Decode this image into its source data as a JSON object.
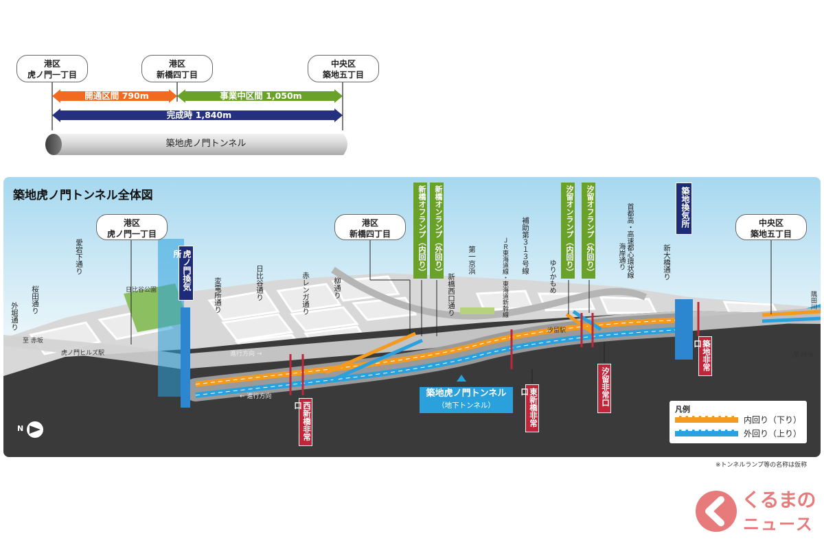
{
  "top": {
    "loc_left": [
      "港区",
      "虎ノ門一丁目"
    ],
    "loc_mid": [
      "港区",
      "新橋四丁目"
    ],
    "loc_right": [
      "中央区",
      "築地五丁目"
    ],
    "opened_label": "開通区間 790m",
    "business_label": "事業中区間 1,050m",
    "complete_label": "完成時 1,840m",
    "tunnel_label": "築地虎ノ門トンネル",
    "colors": {
      "opened": "#f26a20",
      "business": "#6aa128",
      "complete": "#25317f"
    }
  },
  "overview": {
    "title": "築地虎ノ門トンネル全体図",
    "loc_left": [
      "港区",
      "虎ノ門一丁目"
    ],
    "loc_mid": [
      "港区",
      "新橋四丁目"
    ],
    "loc_right": [
      "中央区",
      "築地五丁目"
    ],
    "streets": {
      "sakurada": "桜田通り",
      "atago": "愛宕下通り",
      "sotobori": "外堀通り",
      "hibiya_park": "日比谷公園",
      "hendensho": "変電所通り",
      "hibiya": "日比谷通り",
      "akarenga": "赤レンガ通り",
      "yanagi": "柳通り",
      "shinbashi_nishi": "新橋西口通り",
      "daiichi_keihin": "第一京浜",
      "jr": "ＪＲ東海道線・東海道新幹線",
      "hojo313": "補助第３１３号線",
      "yurikamome": "ゆりかもめ",
      "shutoko": "首都高・高速都心環状線",
      "kaigan": "海岸通り",
      "shin_ohashi": "新大橋通り",
      "sumida": "隅田川",
      "to_akasaka": "至 赤坂",
      "to_harumi": "至 晴海",
      "toranomon_hills_sta": "虎ノ門ヒルズ駅",
      "shiodome_sta": "汐留駅",
      "dir1": "進行方向",
      "dir2": "進行方向"
    },
    "ramps": {
      "r1": "新橋オフランプ（内回り）",
      "r2": "新橋オンランプ（外回り）",
      "r3": "汐留オンランプ（内回り）",
      "r4": "汐留オフランプ（外回り）"
    },
    "vents": {
      "toranomon": "虎ノ門換気所",
      "tsukiji": "築地換気所"
    },
    "exits": {
      "nishi_shinbashi": "西新橋非常口",
      "higashi_shinbashi": "東新橋非常口",
      "shiodome": "汐留非常口",
      "tsukiji": "築地非常口"
    },
    "tunnel_name": "築地虎ノ門トンネル",
    "tunnel_sub": "（地下トンネル）",
    "legend": {
      "title": "凡例",
      "inner": "内回り（下り）",
      "outer": "外回り（上り）",
      "inner_color": "#f39a1f",
      "outer_color": "#2aa0dc"
    },
    "north": "N",
    "note": "※トンネルランプ等の名称は仮称"
  },
  "brand": {
    "line1": "くるまの",
    "line2": "ニュース"
  }
}
